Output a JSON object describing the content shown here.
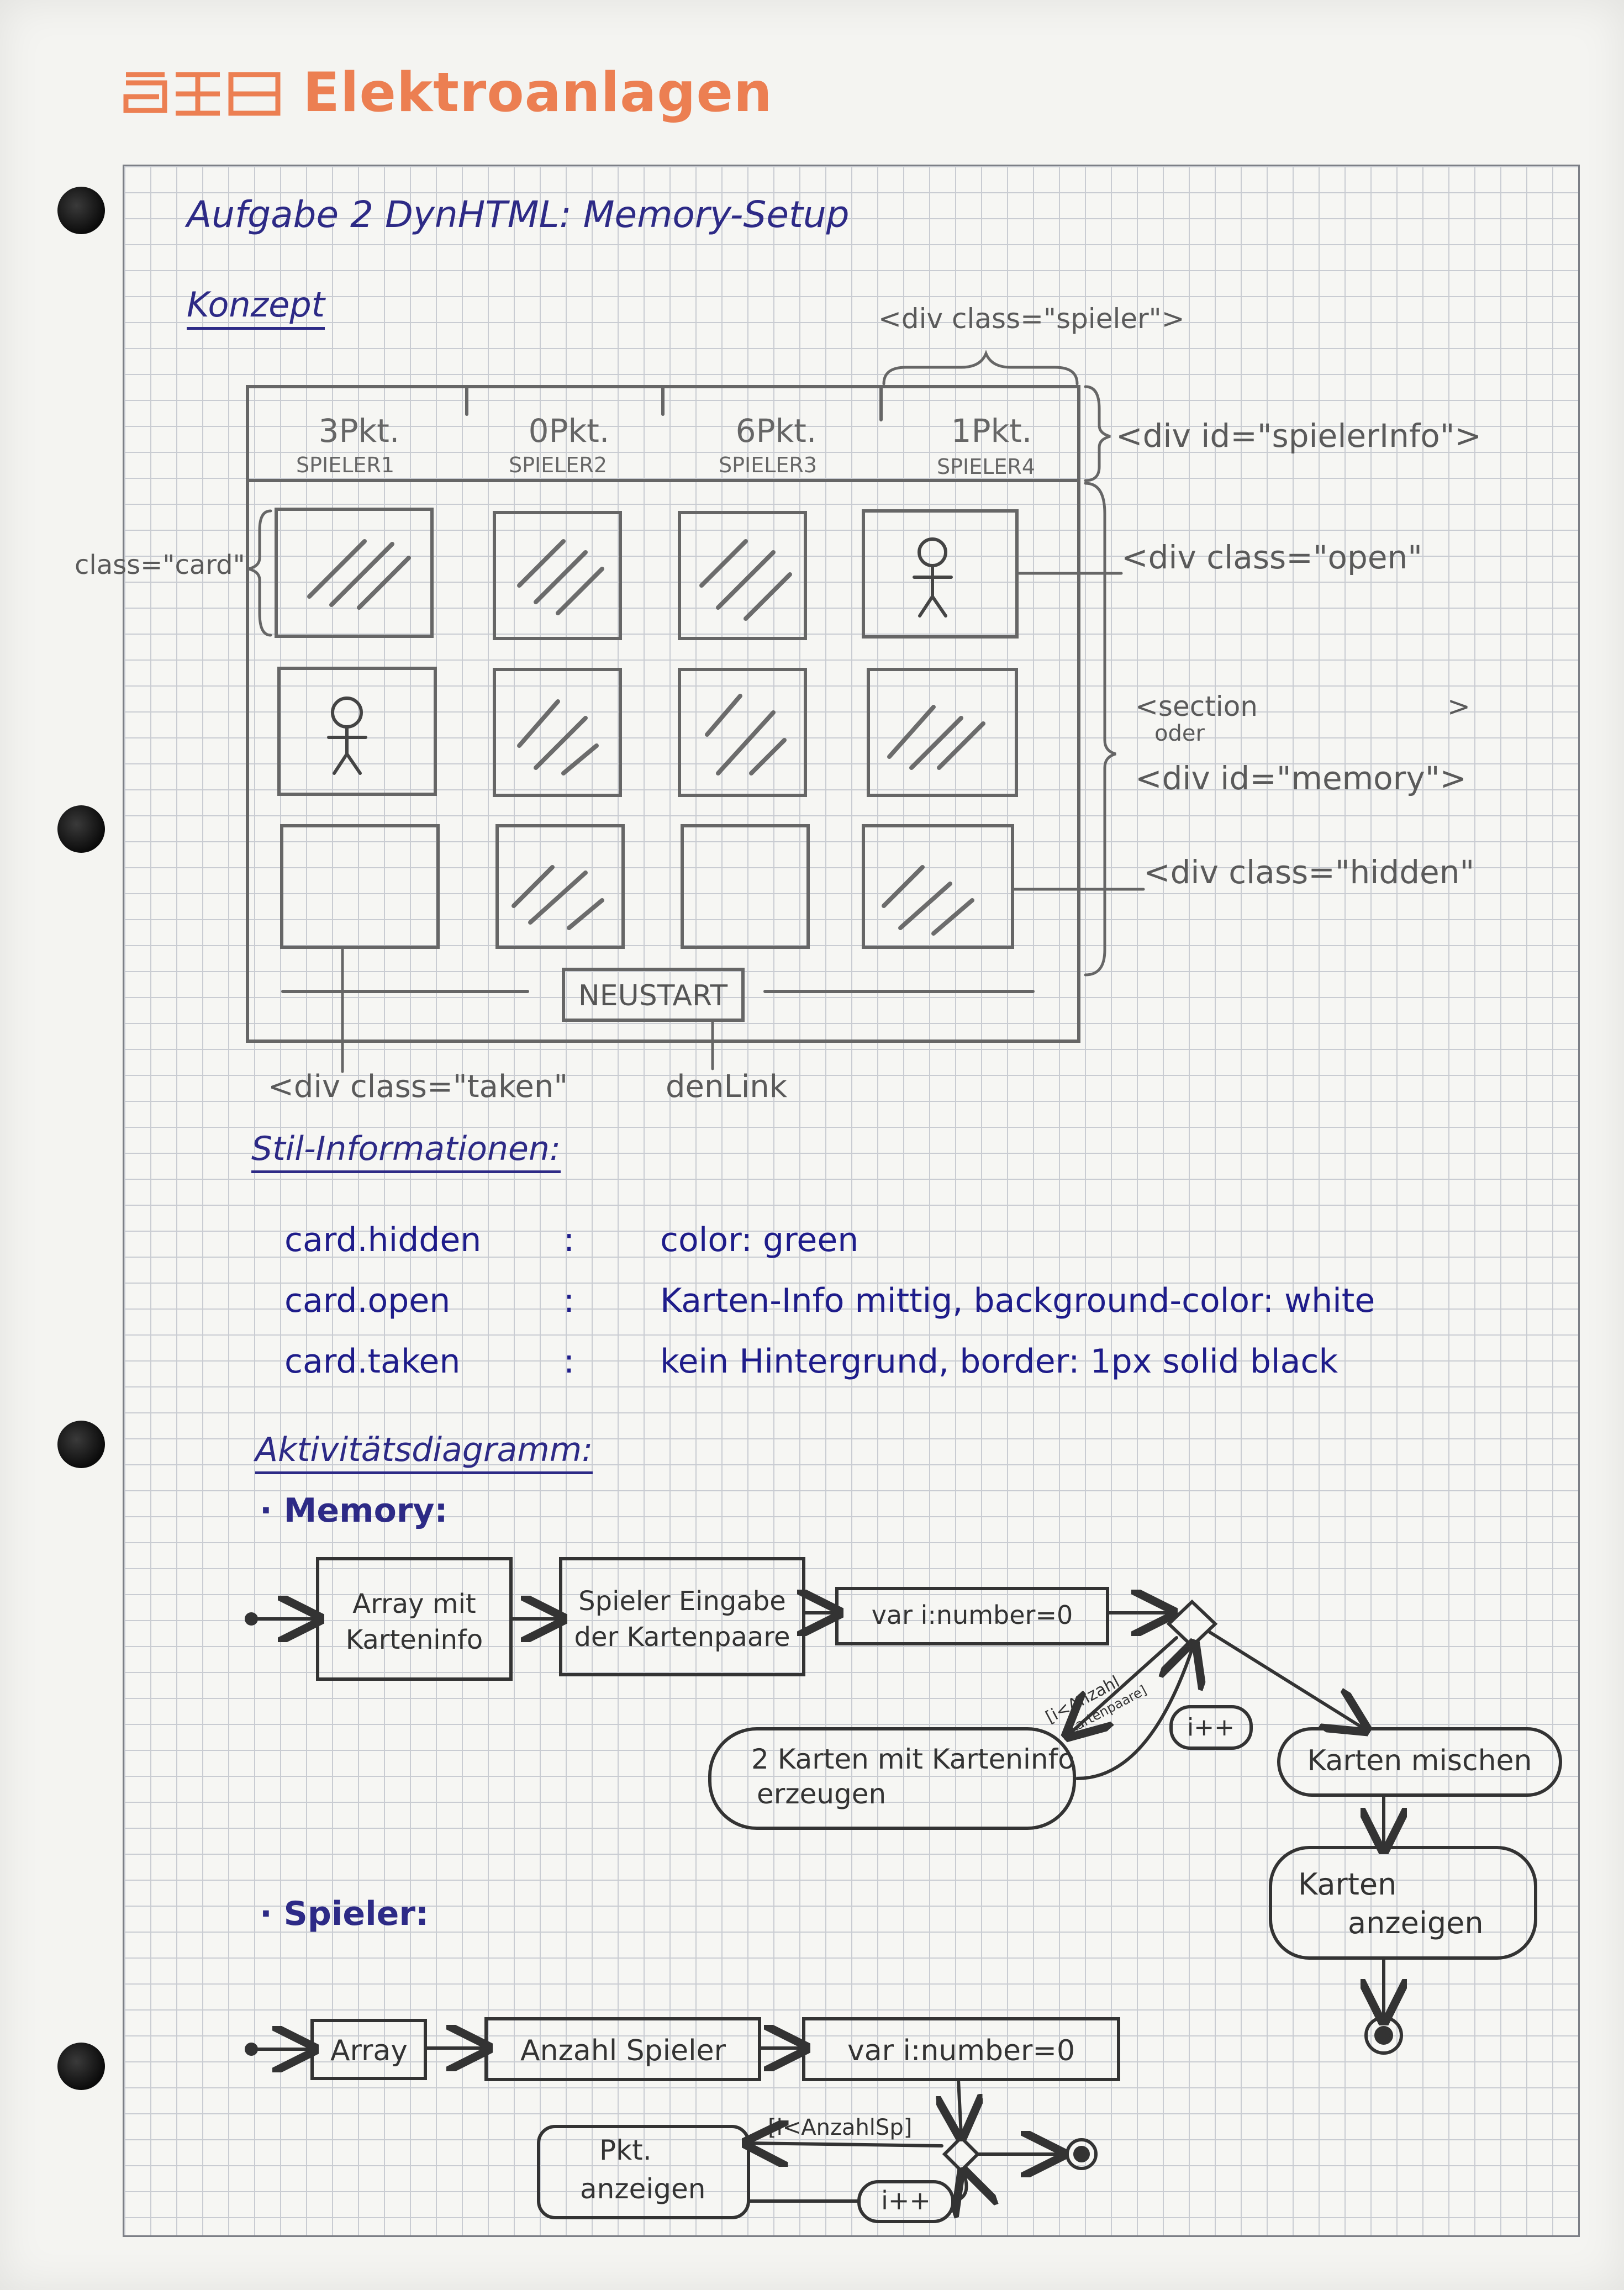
{
  "header": {
    "brand_name": "Elektroanlagen",
    "brand_color": "#ec7f52"
  },
  "title": "Aufgabe 2  DynHTML: Memory-Setup",
  "konzept": {
    "heading": "Konzept",
    "players": [
      {
        "points": "3Pkt.",
        "name": "SPIELER1"
      },
      {
        "points": "0Pkt.",
        "name": "SPIELER2"
      },
      {
        "points": "6Pkt.",
        "name": "SPIELER3"
      },
      {
        "points": "1Pkt.",
        "name": "SPIELER4"
      }
    ],
    "restart_button": "NEUSTART",
    "annotations": {
      "div_spieler": "<div class=\"spieler\">",
      "div_spielerinfo": "<div id=\"spielerInfo\">",
      "class_card": "class=\"card\"",
      "div_open": "<div class=\"open\"",
      "section": "<section",
      "oder": "oder",
      "section_close": ">",
      "div_memory": "<div id=\"memory\">",
      "div_hidden": "<div class=\"hidden\"",
      "div_taken": "<div class=\"taken\"",
      "den_link": "denLink"
    }
  },
  "stil": {
    "heading": "Stil-Informationen:",
    "rows": [
      {
        "selector": "card.hidden",
        "sep": ":",
        "rule": "color: green"
      },
      {
        "selector": "card.open",
        "sep": ":",
        "rule": "Karten-Info mittig, background-color: white"
      },
      {
        "selector": "card.taken",
        "sep": ":",
        "rule": "kein Hintergrund, border: 1px solid black"
      }
    ]
  },
  "aktivitaet": {
    "heading": "Aktivitätsdiagramm:",
    "memory": {
      "label": "· Memory:",
      "box1": [
        "Array mit",
        "Karteninfo"
      ],
      "box2": [
        "Spieler Eingabe",
        "der Kartenpaare"
      ],
      "box3": "var i:number=0",
      "guard": [
        "[i<Anzahl",
        "Kartenpaare]"
      ],
      "increment": "i++",
      "create": [
        "2 Karten mit Karteninfo",
        "erzeugen"
      ],
      "shuffle": "Karten mischen",
      "show": [
        "Karten",
        "anzeigen"
      ]
    },
    "spieler": {
      "label": "· Spieler:",
      "box1": "Array",
      "box2": "Anzahl Spieler",
      "box3": "var i:number=0",
      "guard": "[i<AnzahlSp]",
      "points": [
        "Pkt.",
        "anzeigen"
      ],
      "increment": "i++"
    }
  }
}
